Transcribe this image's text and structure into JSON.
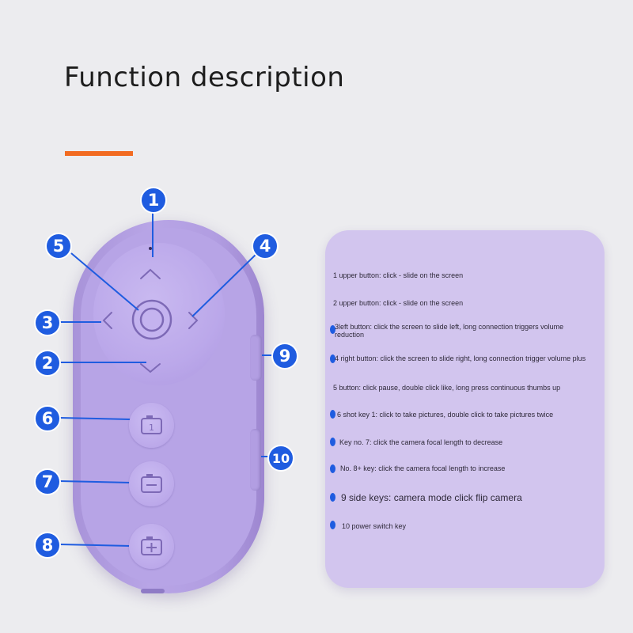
{
  "title": "Function description",
  "colors": {
    "accent": "#f26b21",
    "badge": "#1f5ce0",
    "remote": "#b7a4e6",
    "card": "#d2c5ee",
    "background": "#ececef"
  },
  "badges": [
    "1",
    "2",
    "3",
    "4",
    "5",
    "6",
    "7",
    "8",
    "9",
    "10"
  ],
  "descriptions": [
    "1 upper button: click - slide on the screen",
    "2 upper button: click - slide on the screen",
    "3left button: click the screen to slide left, long connection triggers volume reduction",
    "4 right button: click the screen to slide right, long connection trigger volume plus",
    "5 button: click pause, double click like, long press continuous thumbs up",
    "6 shot key 1: click to take pictures, double click to take pictures twice",
    "Key no. 7: click the camera focal length to decrease",
    "No. 8+ key: click the camera focal length to increase",
    "9 side keys: camera mode click flip camera",
    "10 power switch key"
  ],
  "icons": {
    "up": "chevron-up-icon",
    "down": "chevron-down-icon",
    "left": "chevron-left-icon",
    "right": "chevron-right-icon",
    "center": "ring-icon",
    "shot": "camera-1-icon",
    "zoom_out": "camera-minus-icon",
    "zoom_in": "camera-plus-icon"
  }
}
